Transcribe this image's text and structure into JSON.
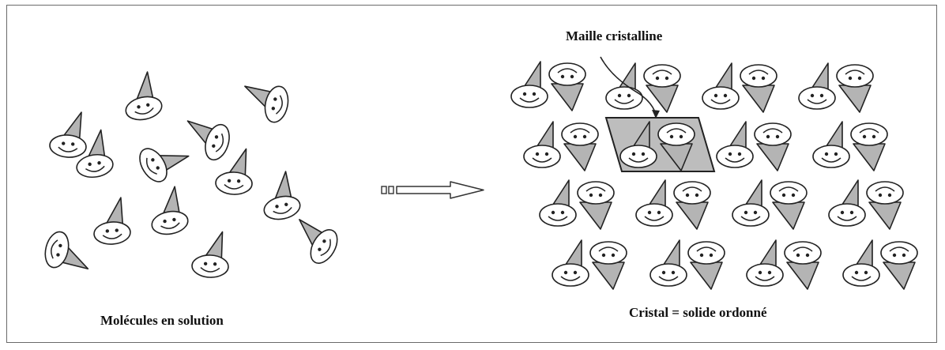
{
  "labels": {
    "left": "Molécules en solution",
    "right": "Cristal = solide ordonné",
    "unit_cell": "Maille cristalline"
  },
  "colors": {
    "hat_fill": "#b4b4b4",
    "cell_fill": "#bdbdbd",
    "stroke": "#222222",
    "border": "#6a6a6a"
  },
  "icons": {
    "molecule": "smiley-face-with-cone-hat",
    "transition": "arrow-right-icon"
  }
}
